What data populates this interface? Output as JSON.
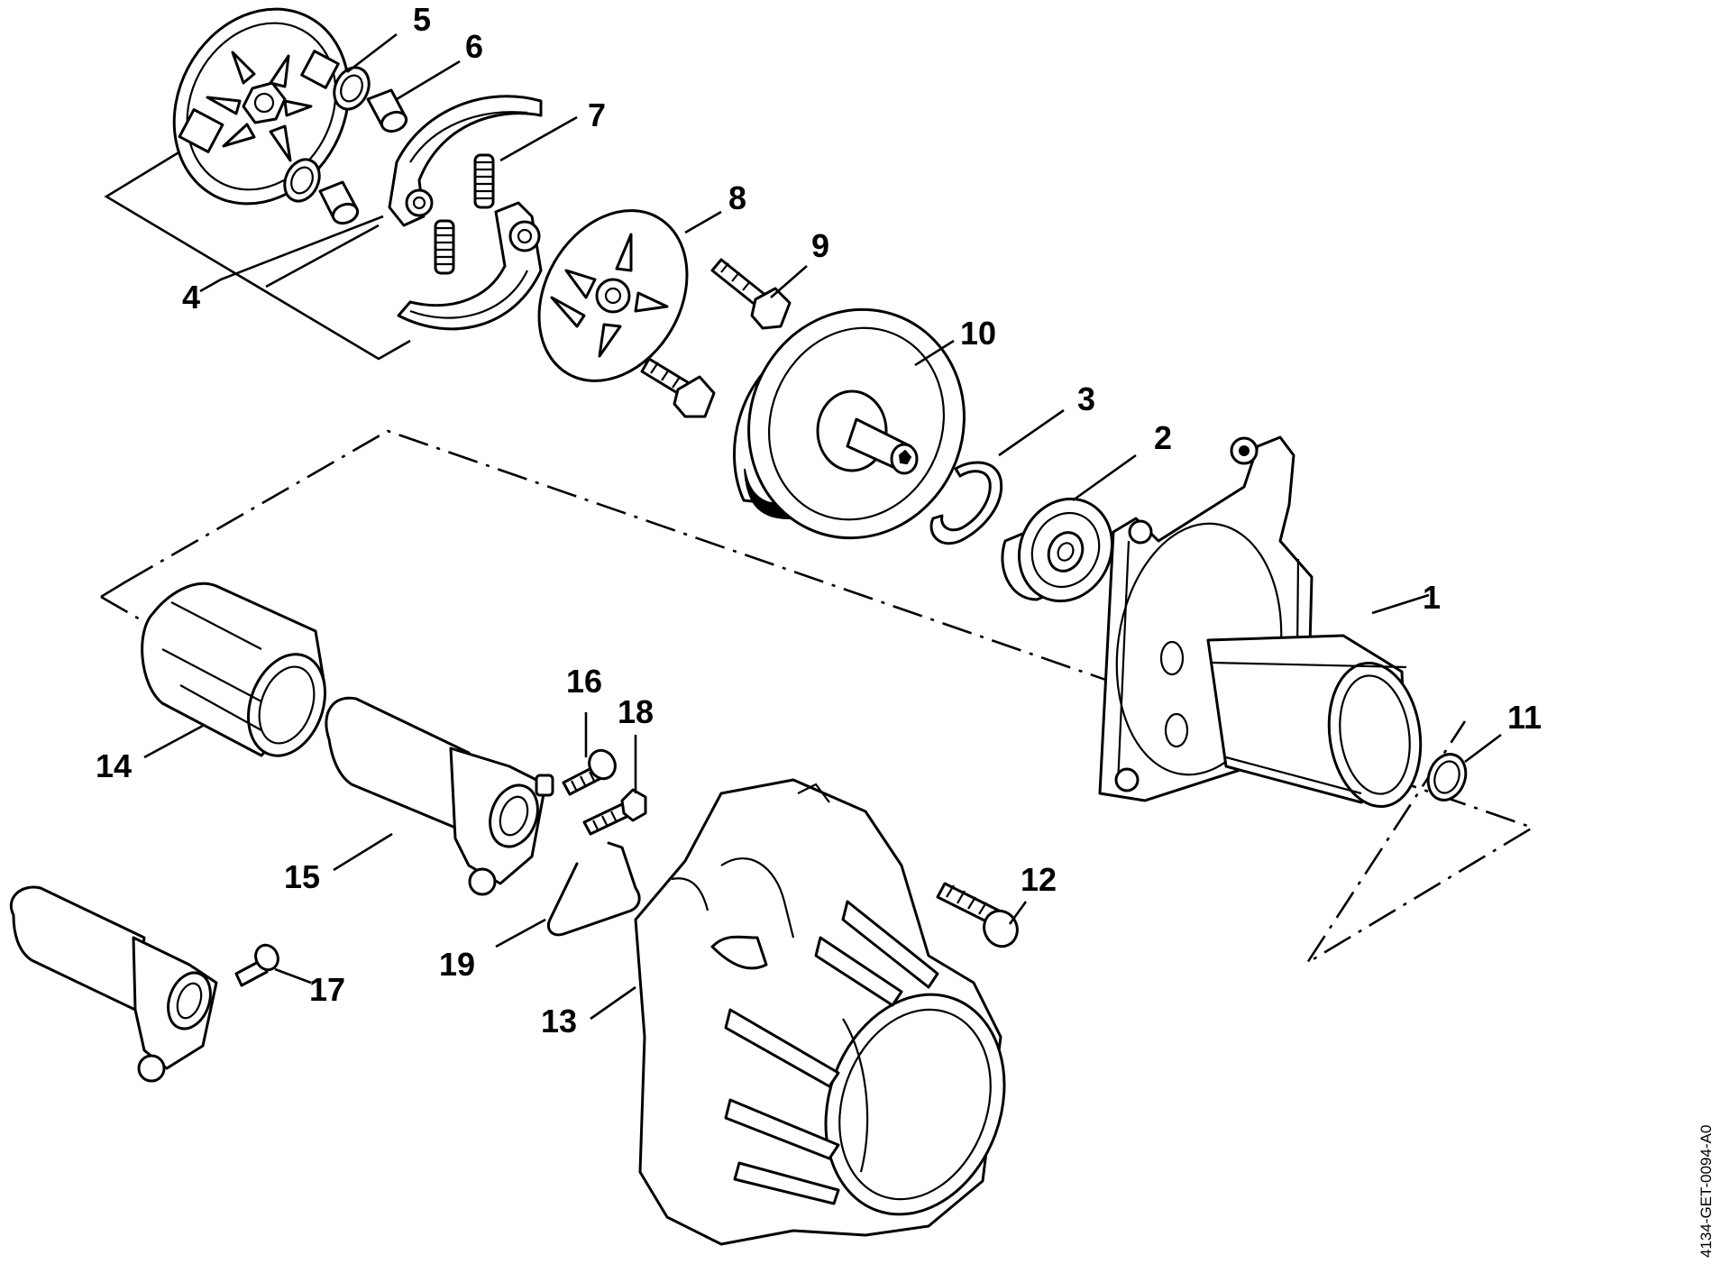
{
  "callouts": {
    "c1": "1",
    "c2": "2",
    "c3": "3",
    "c4": "4",
    "c5": "5",
    "c6": "6",
    "c7": "7",
    "c8": "8",
    "c9": "9",
    "c10": "10",
    "c11": "11",
    "c12": "12",
    "c13": "13",
    "c14": "14",
    "c15": "15",
    "c16": "16",
    "c17": "17",
    "c18": "18",
    "c19": "19"
  },
  "document_id": "4134-GET-0094-A0",
  "colors": {
    "ink": "#000000",
    "paper": "#ffffff"
  }
}
